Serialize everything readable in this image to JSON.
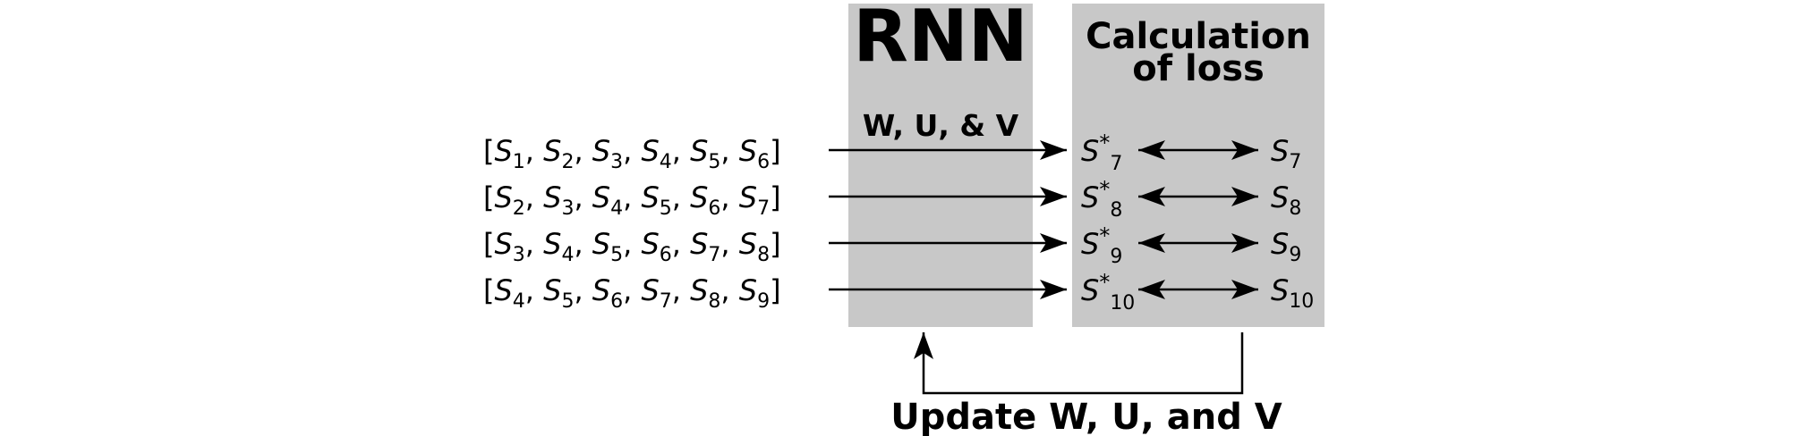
{
  "rnn": {
    "title": "RNN",
    "params": "W, U, & V"
  },
  "loss": {
    "title_line1": "Calculation",
    "title_line2": "of loss"
  },
  "sequences": [
    {
      "items": [
        "1",
        "2",
        "3",
        "4",
        "5",
        "6"
      ],
      "prediction": "7",
      "target": "7"
    },
    {
      "items": [
        "2",
        "3",
        "4",
        "5",
        "6",
        "7"
      ],
      "prediction": "8",
      "target": "8"
    },
    {
      "items": [
        "3",
        "4",
        "5",
        "6",
        "7",
        "8"
      ],
      "prediction": "9",
      "target": "9"
    },
    {
      "items": [
        "4",
        "5",
        "6",
        "7",
        "8",
        "9"
      ],
      "prediction": "10",
      "target": "10"
    }
  ],
  "symbols": {
    "variable": "S",
    "star": "*",
    "open_bracket": "[",
    "close_bracket": "]",
    "separator": ","
  },
  "feedback": {
    "label": "Update W, U, and V"
  },
  "colors": {
    "box_fill": "#c8c8c8",
    "stroke": "#000000"
  }
}
